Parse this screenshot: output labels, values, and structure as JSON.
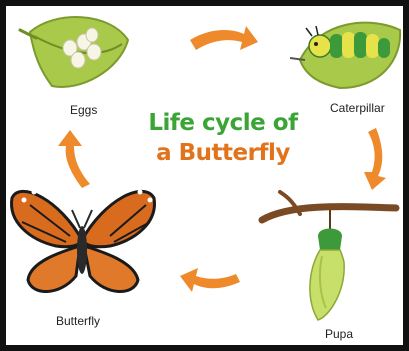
{
  "title": {
    "line1": "Life cycle of",
    "line2": "a Butterfly"
  },
  "stages": {
    "eggs": "Eggs",
    "caterpillar": "Caterpillar",
    "pupa": "Pupa",
    "butterfly": "Butterfly"
  },
  "colors": {
    "title_green": "#3aa534",
    "title_orange": "#e2731b",
    "arrow": "#ee8a2c",
    "leaf": "#a9c94a",
    "caterpillar_green": "#3d9a3a",
    "caterpillar_yellow": "#e6e24a",
    "pupa": "#c8e06a",
    "butterfly_wing": "#d96b1f"
  },
  "icons": {
    "eggs": "leaf-with-eggs-icon",
    "caterpillar": "caterpillar-on-leaf-icon",
    "pupa": "chrysalis-on-branch-icon",
    "butterfly": "monarch-butterfly-icon",
    "arrows": "curved-cycle-arrow-icon"
  }
}
